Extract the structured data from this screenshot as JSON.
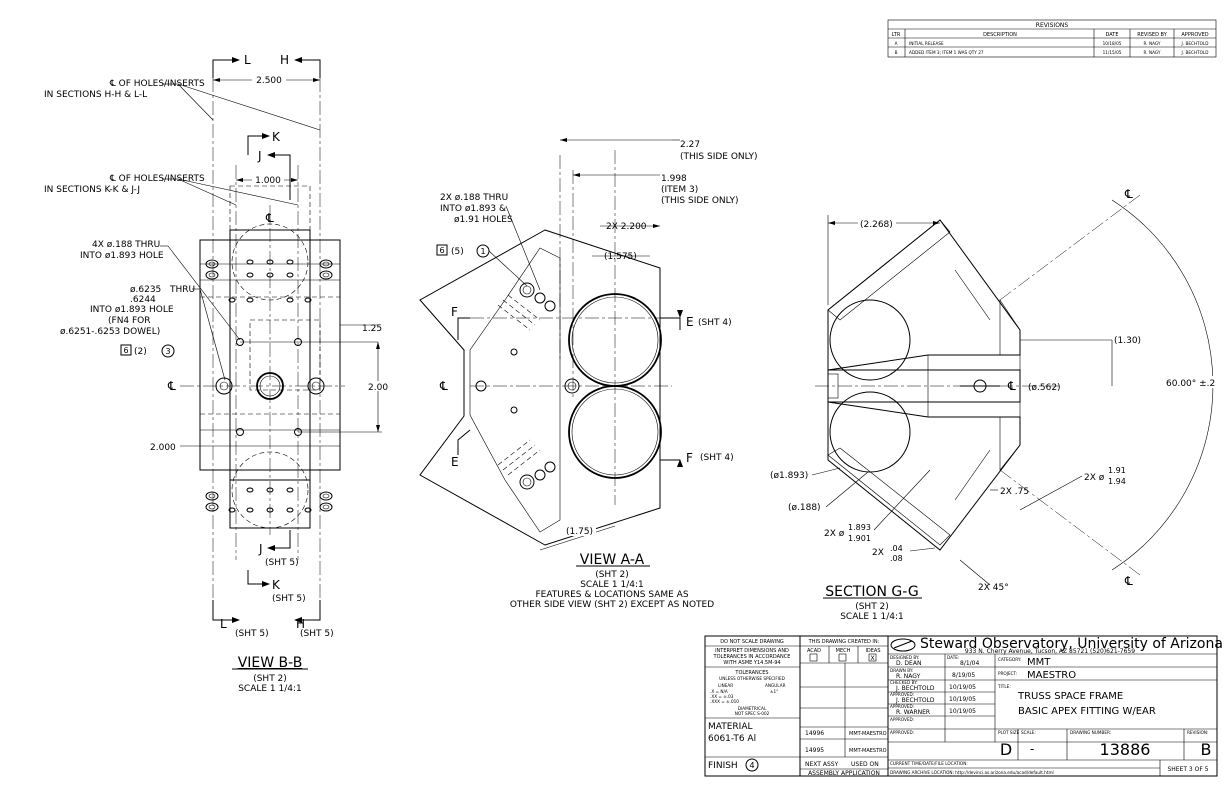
{
  "revisions": {
    "title": "REVISIONS",
    "headers": [
      "LTR",
      "DESCRIPTION",
      "DATE",
      "REVISED BY",
      "APPROVED"
    ],
    "rows": [
      [
        "A",
        "INITIAL RELEASE",
        "10/18/05",
        "R. NAGY",
        "J. BECHTOLD"
      ],
      [
        "B",
        "ADDED ITEM 3; ITEM 1 WAS QTY 27",
        "11/15/05",
        "R. NAGY",
        "J. BECHTOLD"
      ]
    ]
  },
  "view_bb": {
    "cut_L": "L",
    "cut_H": "H",
    "cut_K": "K",
    "cut_J": "J",
    "dim_2500": "2.500",
    "dim_1000": "1.000",
    "dim_125": "1.25",
    "dim_200": "2.00",
    "dim_2000": "2.000",
    "note_cl_hl_1": "℄ OF HOLES/INSERTS",
    "note_cl_hl_2": "IN SECTIONS H-H & L-L",
    "note_cl_kj_1": "℄ OF HOLES/INSERTS",
    "note_cl_kj_2": "IN SECTIONS K-K & J-J",
    "note_4x_1": "4X ø.188 THRU",
    "note_4x_2": "INTO ø1.893 HOLE",
    "note_dowel_1": "ø.6235",
    "note_dowel_thru": "THRU",
    "note_dowel_2": ".6244",
    "note_dowel_3": "INTO ø1.893 HOLE",
    "note_dowel_4": "(FN4 FOR",
    "note_dowel_5": "ø.6251-.6253 DOWEL)",
    "callout_box": "6",
    "callout_qty": "(2)",
    "callout_item": "3",
    "centerline": "℄",
    "sht5_j": "(SHT 5)",
    "sht5_k": "(SHT 5)",
    "sht5_l": "(SHT 5)",
    "sht5_h": "(SHT 5)",
    "title": "VIEW B-B",
    "sub1": "(SHT 2)",
    "sub2": "SCALE 1 1/4:1"
  },
  "view_aa": {
    "dim_227": "2.27",
    "dim_227_note": "(THIS SIDE ONLY)",
    "dim_1998": "1.998",
    "dim_1998_n1": "(ITEM 3)",
    "dim_1998_n2": "(THIS SIDE ONLY)",
    "dim_2200": "2X 2.200",
    "dim_1575": "(1.575)",
    "dim_175": "(1.75)",
    "note_1": "2X ø.188 THRU",
    "note_2": "INTO ø1.893 &",
    "note_3": "ø1.91 HOLES",
    "callout_box": "6",
    "callout_qty": "(5)",
    "callout_item": "1",
    "cut_F": "F",
    "cut_E": "E",
    "sht4_e": "(SHT 4)",
    "sht4_f": "(SHT 4)",
    "centerline": "℄",
    "title": "VIEW A-A",
    "sub1": "(SHT 2)",
    "sub2": "SCALE 1 1/4:1",
    "sub3": "FEATURES & LOCATIONS SAME AS",
    "sub4": "OTHER SIDE VIEW (SHT 2) EXCEPT AS NOTED"
  },
  "section_gg": {
    "dim_2268": "(2.268)",
    "dim_130": "(1.30)",
    "dim_562": "(ø.562)",
    "centerline": "℄",
    "angle": "60.00° ±.2",
    "dim_1893": "(ø1.893)",
    "dim_188": "(ø.188)",
    "dim_2x75": "2X .75",
    "dim_191_pre": "2X ø",
    "dim_191_up": "1.91",
    "dim_191_dn": "1.94",
    "dim_1893b_pre": "2X ø",
    "dim_1893b_up": "1.893",
    "dim_1893b_dn": "1.901",
    "dim_04_pre": "2X",
    "dim_04_up": ".04",
    "dim_04_dn": ".08",
    "dim_45": "2X 45°",
    "title": "SECTION G-G",
    "sub1": "(SHT 2)",
    "sub2": "SCALE 1 1/4:1"
  },
  "title_block": {
    "left": {
      "l1": "DO NOT SCALE DRAWING",
      "l2": "INTERPRET DIMENSIONS AND",
      "l3": "TOLERANCES IN ACCORDANCE",
      "l4": "WITH ASME Y14.5M-94",
      "tol_title": "TOLERANCES",
      "tol_sub": "UNLESS OTHERWISE SPECIFIED",
      "linear": "LINEAR",
      "angular": "ANGULAR",
      "t1": ".X   = N/A",
      "t2": ".XX  = ±.03",
      "t3": ".XXX = ±.010",
      "t_ang": "±1°",
      "diam": "DIAMETRICAL",
      "spec": "NOT SPEC S-002",
      "material_label": "MATERIAL",
      "material": "6061-T6 Al",
      "finish_label": "FINISH",
      "finish_item": "4"
    },
    "created": {
      "title": "THIS DRAWING CREATED IN:",
      "c1": "ACAD",
      "c2": "MECH",
      "c3": "IDEAS",
      "c3_mark": "X",
      "a1_num": "14996",
      "a1_name": "MMT-MAESTRO",
      "a2_num": "14995",
      "a2_name": "MMT-MAESTRO",
      "next_assy": "NEXT ASSY",
      "used_on": "USED ON",
      "assembly": "ASSEMBLY APPLICATION"
    },
    "org": {
      "name": "Steward Observatory, University of Arizona",
      "address": "933 N. Cherry Avenue, Tucson, AZ 85721   (520)621-7659"
    },
    "signoff": [
      {
        "label": "DESIGNED BY:",
        "name": "D. DEAN",
        "date_label": "DATE:",
        "date": "8/1/04"
      },
      {
        "label": "DRAWN BY:",
        "name": "R. NAGY",
        "date_label": "",
        "date": "8/19/05"
      },
      {
        "label": "CHECKED BY:",
        "name": "J. BECHTOLD",
        "date_label": "",
        "date": "10/19/05"
      },
      {
        "label": "APPROVED:",
        "name": "J. BECHTOLD",
        "date_label": "",
        "date": "10/19/05"
      },
      {
        "label": "APPROVED:",
        "name": "R. WARNER",
        "date_label": "",
        "date": "10/19/05"
      },
      {
        "label": "APPROVED:",
        "name": "",
        "date_label": "",
        "date": ""
      },
      {
        "label": "APPROVED:",
        "name": "",
        "date_label": "",
        "date": ""
      }
    ],
    "category_label": "CATEGORY:",
    "category": "MMT",
    "project_label": "PROJECT:",
    "project": "MAESTRO",
    "title_label": "TITLE:",
    "title1": "TRUSS SPACE FRAME",
    "title2": "BASIC APEX FITTING W/EAR",
    "plot_size_label": "PLOT SIZE",
    "plot_size": "D",
    "scale_label": "SCALE:",
    "scale": "-",
    "drawing_number_label": "DRAWING NUMBER:",
    "drawing_number": "13886",
    "revision_label": "REVISION:",
    "revision": "B",
    "current_file_label": "CURRENT TIME/DATE/FILE LOCATION:",
    "archive_label": "DRAWING ARCHIVE LOCATION: http://devinci.as.arizona.edu/acad/default.html",
    "sheet": "SHEET 3 OF 5"
  }
}
